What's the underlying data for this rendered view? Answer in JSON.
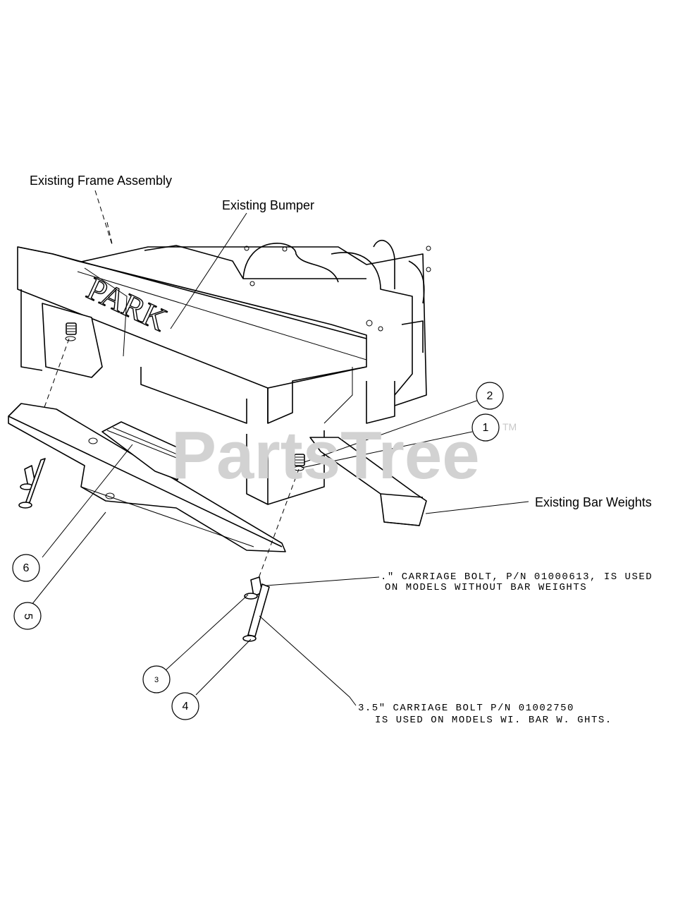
{
  "labels": {
    "frame": "Existing Frame Assembly",
    "bumper": "Existing Bumper",
    "bar_weights": "Existing Bar Weights",
    "bolt_short_line1": ".\" CARRIAGE BOLT, P/N 01000613, IS USED",
    "bolt_short_line2": "ON MODELS WITHOUT BAR WEIGHTS",
    "bolt_long_line1": "3.5\" CARRIAGE BOLT P/N 01002750",
    "bolt_long_line2": "IS USED ON MODELS WI. BAR W. GHTS."
  },
  "callouts": [
    {
      "id": "c2",
      "text": "2"
    },
    {
      "id": "c1",
      "text": "1"
    },
    {
      "id": "c6",
      "text": "6"
    },
    {
      "id": "c5",
      "text": "5"
    },
    {
      "id": "c3",
      "text": "3"
    },
    {
      "id": "c4",
      "text": "4"
    }
  ],
  "stamp_text": "PARK",
  "watermark": {
    "text": "PartsTree",
    "tm": "TM"
  }
}
